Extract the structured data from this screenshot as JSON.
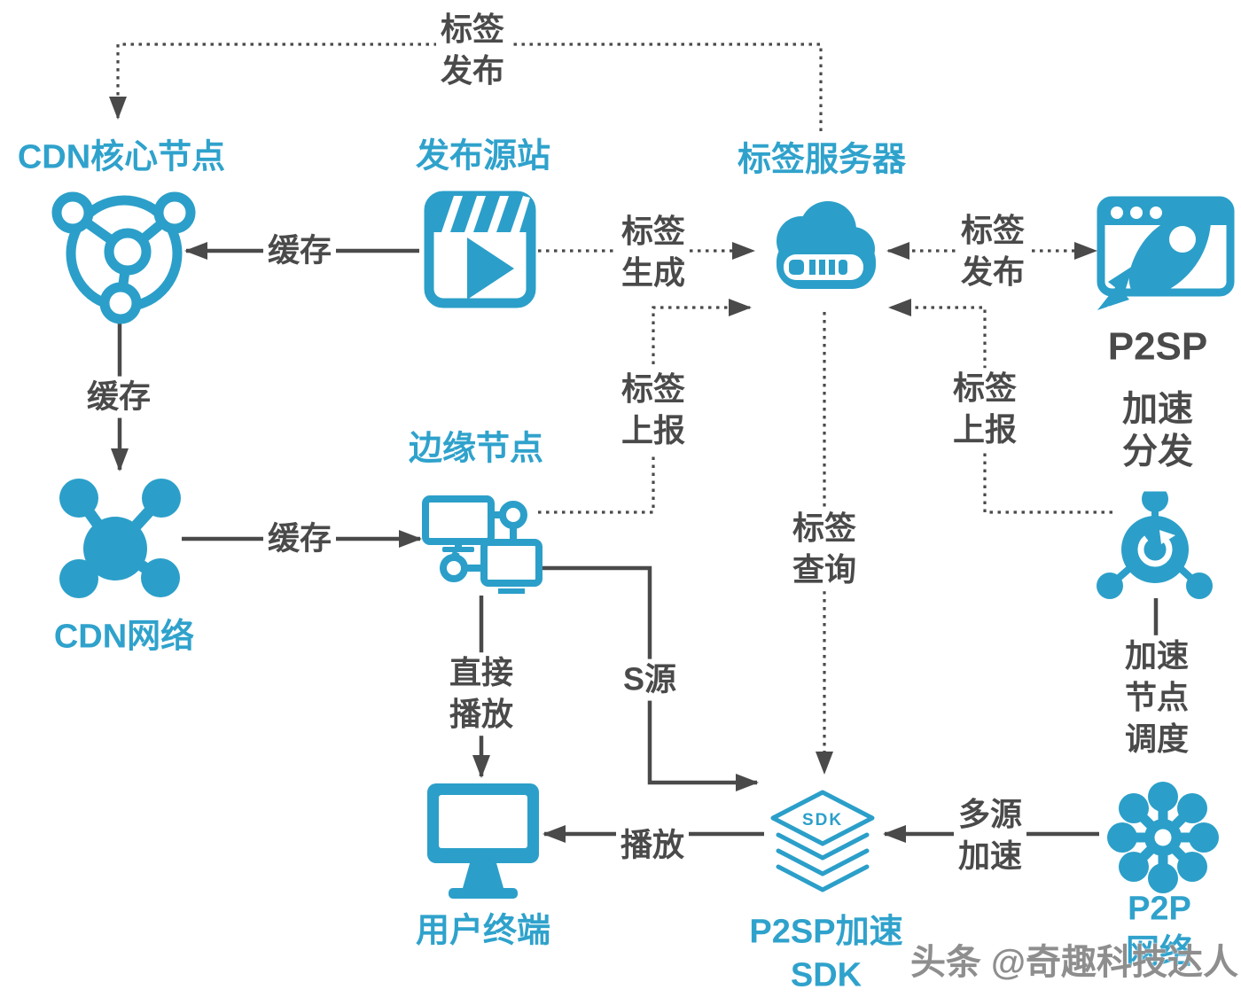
{
  "colors": {
    "accent": "#2B9FC9",
    "accent_text": "#2FA2CC",
    "ink": "#4A4A4A",
    "watermark_gray": "#8E8E8E"
  },
  "nodes": {
    "cdn_core": {
      "title": "CDN核心节点",
      "icon": "network-hub-icon"
    },
    "origin": {
      "title": "发布源站",
      "icon": "video-clapper-icon"
    },
    "label_server": {
      "title": "标签服务器",
      "icon": "cloud-server-icon"
    },
    "p2sp_dist": {
      "line1": "P2SP",
      "line2": "加速分发",
      "icon": "rocket-browser-icon"
    },
    "edge_node": {
      "title": "边缘节点",
      "icon": "linked-monitors-icon"
    },
    "cdn_network": {
      "title": "CDN网络",
      "icon": "molecule-network-icon"
    },
    "scheduling": {
      "icon": "refresh-nodes-icon"
    },
    "user_terminal": {
      "title": "用户终端",
      "icon": "monitor-icon"
    },
    "sdk": {
      "title": "P2SP加速\nSDK",
      "badge": "SDK",
      "icon": "sdk-layers-icon"
    },
    "p2p": {
      "title": "P2P网络",
      "icon": "peer-flower-icon"
    }
  },
  "edges": {
    "publish_top": "标签\n发布",
    "cache_origin_core": "缓存",
    "label_generate": "标签\n生成",
    "label_publish": "标签\n发布",
    "cache_core_network": "缓存",
    "report_left": "标签\n上报",
    "report_right": "标签\n上报",
    "cache_network_edge": "缓存",
    "label_query": "标签\n查询",
    "direct_play": "直接\n播放",
    "s_source": "S源",
    "schedule": "加速节点\n调度",
    "play": "播放",
    "multi_source": "多源\n加速"
  },
  "watermark": "头条 @奇趣科技达人"
}
